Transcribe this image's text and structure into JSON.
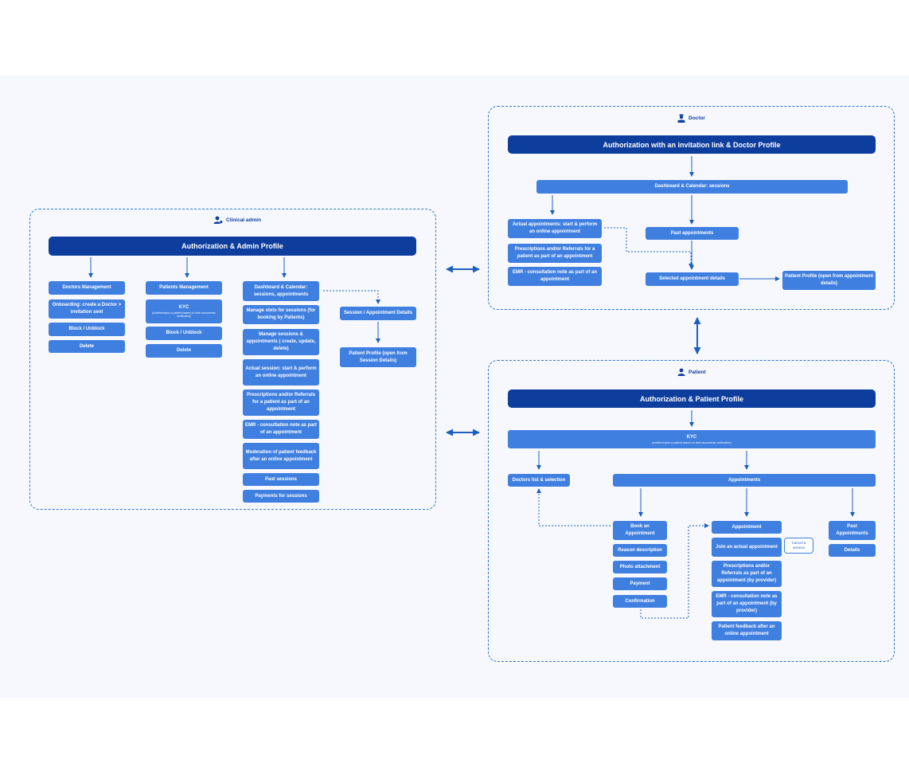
{
  "colors": {
    "dark_box": "#0e3e9d",
    "box": "#3f7fe0",
    "line": "#1d5fbf",
    "background": "#f6f8fd"
  },
  "admin": {
    "title": "Clinical admin",
    "icon": "admin-user-icon",
    "header": "Authorization & Admin Profile",
    "col1": [
      "Doctors Management",
      "Onboarding: create a Doctor > invitation sent",
      "Block / Unblock",
      "Delete"
    ],
    "col2": {
      "management": "Patients Management",
      "kyc": "KYC",
      "kyc_note": "(confirm/reject a patient based on their documents verification)",
      "block": "Block / Unblock",
      "delete": "Delete"
    },
    "col3": [
      "Dashboard & Calendar: sessions, appointments",
      "Manage slots for sessions (for booking by Patients)",
      "Manage sessions & appointments ( create, update, delete)",
      "Actual session: start & perform an online appointment",
      "Prescriptions and/or Referrals for a patient as part of an appointment",
      "EMR - consultation note as part of an appointment",
      "Moderation of patient feedback after an online appointment",
      "Past sessions",
      "Payments for sessions"
    ],
    "session_details": "Session / Appointment Details",
    "patient_profile": "Patient Profile (open from Session Details)"
  },
  "doctor": {
    "title": "Doctor",
    "icon": "doctor-icon",
    "header": "Authorization with an invitation link & Doctor Profile",
    "dashboard": "Dashboard & Calendar: sessions",
    "actual": "Actual appointments: start & perform an online appointment",
    "prescriptions": "Prescriptions and/or Referrals for a patient as part of an appointment",
    "emr": "EMR - consultation note as part of an appointment",
    "past": "Past appointments",
    "selected": "Selected appointment details",
    "patient_profile": "Patient Profile (open from appointment details)"
  },
  "patient": {
    "title": "Patient",
    "icon": "patient-icon",
    "header": "Authorization & Patient Profile",
    "kyc": "KYC",
    "kyc_note": "(confirm/reject a patient based on their documents verification)",
    "doctors_list": "Doctors list & selection",
    "appointments": "Appointments",
    "book": [
      "Book an Appointment",
      "Reason description",
      "Photo attachment",
      "Payment",
      "Confirmation"
    ],
    "appointment": [
      "Appointment",
      "Join an actual appointment",
      "Prescriptions and/or Referrals as part of an appointment (by provider)",
      "EMR - consultation note as part of an appointment (by provider)",
      "Patient feedback after an online appointment"
    ],
    "cancel": "Cancel a session",
    "past": "Past Appointments",
    "details": "Details"
  }
}
